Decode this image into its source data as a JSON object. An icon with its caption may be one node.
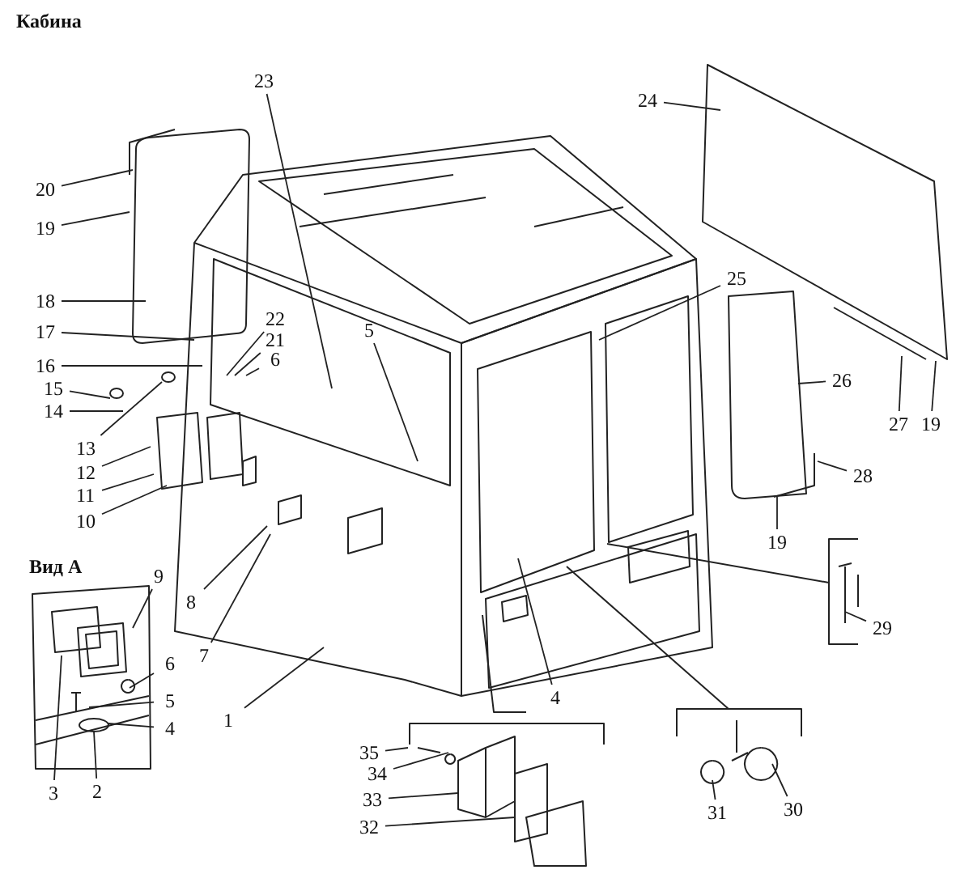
{
  "diagram": {
    "title": "Кабина",
    "nodes": [
      {
        "text": [
          "20"
        ]
      },
      {
        "text": [
          "19"
        ]
      },
      {
        "text": [
          "18"
        ]
      },
      {
        "text": [
          "17"
        ]
      },
      {
        "text": [
          "16"
        ]
      },
      {
        "text": [
          "15"
        ]
      },
      {
        "text": [
          "14"
        ]
      },
      {
        "text": [
          "13"
        ]
      },
      {
        "text": [
          "12"
        ]
      },
      {
        "text": [
          "11"
        ]
      },
      {
        "text": [
          "10"
        ]
      },
      {
        "text": [
          "22"
        ]
      },
      {
        "text": [
          "21"
        ]
      },
      {
        "text": [
          "6"
        ]
      },
      {
        "text": [
          "23"
        ]
      },
      {
        "text": [
          "5"
        ]
      },
      {
        "text": [
          "24"
        ]
      },
      {
        "text": [
          "25"
        ]
      },
      {
        "text": [
          "26"
        ]
      },
      {
        "text": [
          "27"
        ]
      },
      {
        "text": [
          "19"
        ]
      },
      {
        "text": [
          "28"
        ]
      },
      {
        "text": [
          "19"
        ]
      },
      {
        "text": [
          "29"
        ]
      },
      {
        "text": [
          "9"
        ]
      },
      {
        "text": [
          "8"
        ]
      },
      {
        "text": [
          "7"
        ]
      },
      {
        "text": [
          "6"
        ]
      },
      {
        "text": [
          "5"
        ]
      },
      {
        "text": [
          "4"
        ]
      },
      {
        "text": [
          "3"
        ]
      },
      {
        "text": [
          "2"
        ]
      },
      {
        "text": [
          "1"
        ]
      },
      {
        "text": [
          "4"
        ]
      },
      {
        "text": [
          "35"
        ]
      },
      {
        "text": [
          "34"
        ]
      },
      {
        "text": [
          "33"
        ]
      },
      {
        "text": [
          "32"
        ]
      },
      {
        "text": [
          "31"
        ]
      },
      {
        "text": [
          "30"
        ]
      }
    ],
    "edges": [
      {
        "from": 0,
        "to": null,
        "arrow": "none"
      },
      {
        "from": 1,
        "to": null,
        "arrow": "none"
      },
      {
        "from": 2,
        "to": null,
        "arrow": "none"
      },
      {
        "from": 3,
        "to": null,
        "arrow": "none"
      },
      {
        "from": 4,
        "to": null,
        "arrow": "none"
      },
      {
        "from": 5,
        "to": null,
        "arrow": "none"
      },
      {
        "from": 6,
        "to": null,
        "arrow": "none"
      },
      {
        "from": 7,
        "to": null,
        "arrow": "none"
      },
      {
        "from": 8,
        "to": null,
        "arrow": "none"
      },
      {
        "from": 9,
        "to": null,
        "arrow": "none"
      },
      {
        "from": 10,
        "to": null,
        "arrow": "none"
      },
      {
        "from": 11,
        "to": null,
        "arrow": "none"
      },
      {
        "from": 12,
        "to": null,
        "arrow": "none"
      },
      {
        "from": 13,
        "to": null,
        "arrow": "none"
      },
      {
        "from": 14,
        "to": null,
        "arrow": "none"
      },
      {
        "from": 15,
        "to": null,
        "arrow": "none"
      },
      {
        "from": 16,
        "to": null,
        "arrow": "none"
      },
      {
        "from": 17,
        "to": null,
        "arrow": "none"
      },
      {
        "from": 18,
        "to": null,
        "arrow": "none"
      },
      {
        "from": 19,
        "to": null,
        "arrow": "none"
      },
      {
        "from": 20,
        "to": null,
        "arrow": "none"
      },
      {
        "from": 21,
        "to": null,
        "arrow": "none"
      },
      {
        "from": 22,
        "to": null,
        "arrow": "none"
      },
      {
        "from": 23,
        "to": null,
        "arrow": "none"
      },
      {
        "from": 24,
        "to": null,
        "arrow": "none"
      },
      {
        "from": 25,
        "to": null,
        "arrow": "none"
      },
      {
        "from": 26,
        "to": null,
        "arrow": "none"
      },
      {
        "from": 27,
        "to": null,
        "arrow": "none"
      },
      {
        "from": 28,
        "to": null,
        "arrow": "none"
      },
      {
        "from": 29,
        "to": null,
        "arrow": "none"
      },
      {
        "from": 30,
        "to": null,
        "arrow": "none"
      },
      {
        "from": 31,
        "to": null,
        "arrow": "none"
      },
      {
        "from": 32,
        "to": null,
        "arrow": "none"
      },
      {
        "from": 33,
        "to": null,
        "arrow": "none"
      },
      {
        "from": 34,
        "to": null,
        "arrow": "none"
      },
      {
        "from": 35,
        "to": null,
        "arrow": "none"
      },
      {
        "from": 36,
        "to": null,
        "arrow": "none"
      },
      {
        "from": 37,
        "to": null,
        "arrow": "none"
      },
      {
        "from": 38,
        "to": null,
        "arrow": "none"
      },
      {
        "from": 39,
        "to": null,
        "arrow": "none"
      }
    ],
    "labels": [
      "Вид А"
    ]
  }
}
